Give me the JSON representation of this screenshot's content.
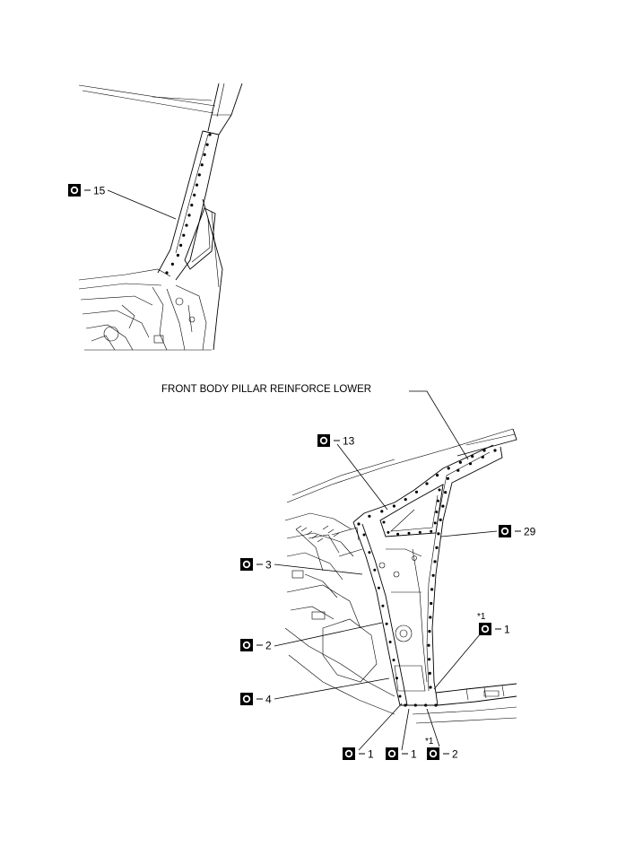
{
  "title": "FRONT BODY PILLAR REINFORCE LOWER",
  "colors": {
    "ink": "#000000",
    "paper": "#ffffff"
  },
  "symbol_icon": "spot-weld-symbol-icon",
  "callouts": [
    {
      "id": "c15",
      "count": "15",
      "asterisk": ""
    },
    {
      "id": "c13",
      "count": "13",
      "asterisk": ""
    },
    {
      "id": "c29",
      "count": "29",
      "asterisk": ""
    },
    {
      "id": "c3",
      "count": "3",
      "asterisk": ""
    },
    {
      "id": "c1r",
      "count": "1",
      "asterisk": "*1"
    },
    {
      "id": "c2l",
      "count": "2",
      "asterisk": ""
    },
    {
      "id": "c4",
      "count": "4",
      "asterisk": ""
    },
    {
      "id": "c1a",
      "count": "1",
      "asterisk": ""
    },
    {
      "id": "c1b",
      "count": "1",
      "asterisk": ""
    },
    {
      "id": "c2b",
      "count": "2",
      "asterisk": "*1"
    }
  ]
}
